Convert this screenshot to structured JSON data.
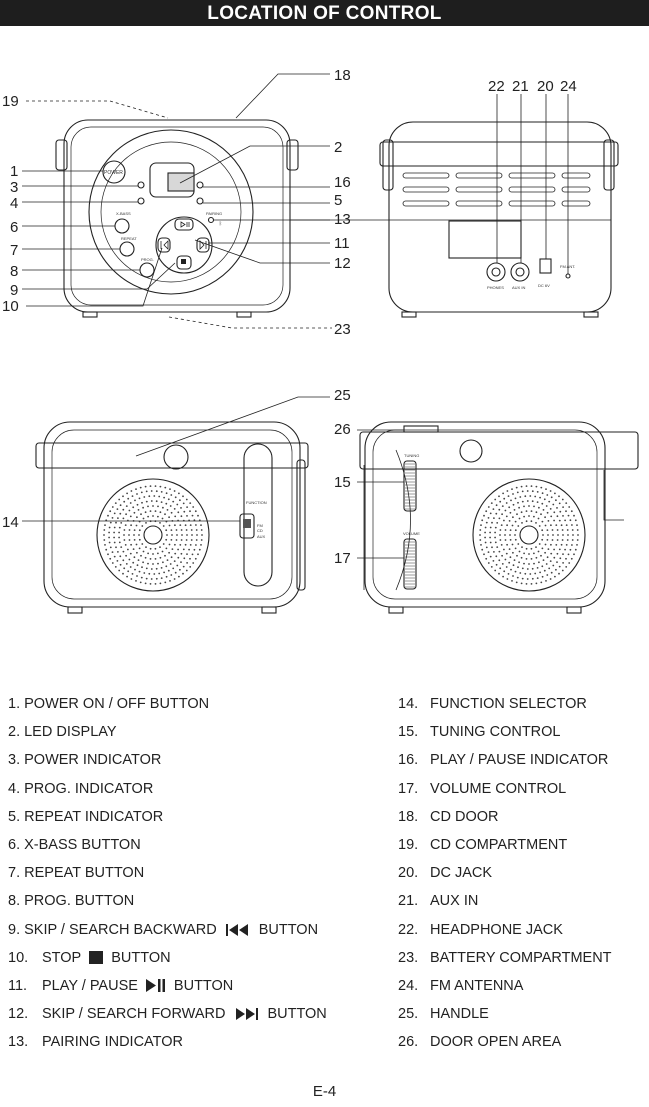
{
  "header": {
    "title": "LOCATION OF CONTROL"
  },
  "callouts": {
    "c1": "1",
    "c2": "2",
    "c3": "3",
    "c4": "4",
    "c5": "5",
    "c6": "6",
    "c7": "7",
    "c8": "8",
    "c9": "9",
    "c10": "10",
    "c11": "11",
    "c12": "12",
    "c13": "13",
    "c14": "14",
    "c15": "15",
    "c16": "16",
    "c17": "17",
    "c18": "18",
    "c19": "19",
    "c20": "20",
    "c21": "21",
    "c22": "22",
    "c23": "23",
    "c24": "24",
    "c25": "25",
    "c26": "26"
  },
  "device_labels": {
    "power": "POWER",
    "xbass": "X-BASS",
    "repeat": "REPEAT",
    "prog": "PROG.",
    "pairing": "PAIRING",
    "phones": "PHONES",
    "aux_in": "AUX IN",
    "dc": "DC 6V",
    "fm_ant": "FM ANT.",
    "function": "FUNCTION",
    "tuning": "TUNING",
    "volume": "VOLUME",
    "fm": "FM",
    "cd": "CD",
    "aux": "AUX"
  },
  "legend": {
    "left": [
      {
        "text": "1. POWER ON / OFF BUTTON"
      },
      {
        "text": "2. LED DISPLAY"
      },
      {
        "text": "3. POWER INDICATOR"
      },
      {
        "text": "4. PROG. INDICATOR"
      },
      {
        "text": "5. REPEAT INDICATOR"
      },
      {
        "text": "6. X-BASS BUTTON"
      },
      {
        "text": "7. REPEAT BUTTON"
      },
      {
        "text": "8. PROG. BUTTON"
      },
      {
        "text": "9. SKIP / SEARCH BACKWARD",
        "icon": "skip-backward-icon",
        "suffix": "BUTTON"
      },
      {
        "num": "10.",
        "text": "STOP",
        "icon": "stop-icon",
        "suffix": "BUTTON"
      },
      {
        "num": "11.",
        "text": "PLAY / PAUSE",
        "icon": "play-pause-icon",
        "suffix": "BUTTON"
      },
      {
        "num": "12.",
        "text": "SKIP / SEARCH FORWARD",
        "icon": "skip-forward-icon",
        "suffix": "BUTTON"
      },
      {
        "num": "13.",
        "text": "PAIRING INDICATOR"
      }
    ],
    "right": [
      {
        "num": "14.",
        "text": "FUNCTION SELECTOR"
      },
      {
        "num": "15.",
        "text": "TUNING CONTROL"
      },
      {
        "num": "16.",
        "text": "PLAY / PAUSE INDICATOR"
      },
      {
        "num": "17.",
        "text": "VOLUME CONTROL"
      },
      {
        "num": "18.",
        "text": "CD DOOR"
      },
      {
        "num": "19.",
        "text": "CD COMPARTMENT"
      },
      {
        "num": "20.",
        "text": "DC JACK"
      },
      {
        "num": "21.",
        "text": "AUX IN"
      },
      {
        "num": "22.",
        "text": "HEADPHONE JACK"
      },
      {
        "num": "23.",
        "text": "BATTERY COMPARTMENT"
      },
      {
        "num": "24.",
        "text": "FM ANTENNA"
      },
      {
        "num": "25.",
        "text": "HANDLE"
      },
      {
        "num": "26.",
        "text": "DOOR OPEN AREA"
      }
    ]
  },
  "footer": {
    "page": "E-4"
  }
}
